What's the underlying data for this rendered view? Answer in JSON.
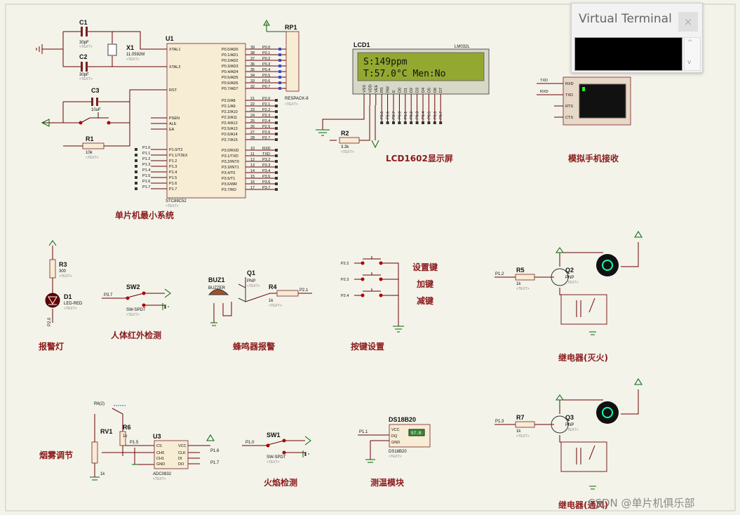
{
  "terminal": {
    "title": "Virtual Terminal",
    "close": "×",
    "scroll_up": "^",
    "scroll_down": "v"
  },
  "watermark": "CSDN @单片机俱乐部",
  "sections": {
    "mcu": "单片机最小系统",
    "lcd": "LCD1602显示屏",
    "phone": "模拟手机接收",
    "alarm_led": "报警灯",
    "pir": "人体红外检测",
    "buzzer": "蜂鸣器报警",
    "keys": "按键设置",
    "relay1": "继电器(灭火)",
    "smoke": "烟雾调节",
    "flame": "火焰检测",
    "temp": "测温模块",
    "relay2": "继电器(通风)"
  },
  "keys": {
    "set": "设置键",
    "add": "加键",
    "sub": "减键"
  },
  "lcd": {
    "ref": "LCD1",
    "model": "LM032L",
    "line1": "S:149ppm",
    "line2": "T:57.0°C Men:No",
    "pins": [
      "VSS",
      "VDD",
      "VEE",
      "RS",
      "RW",
      "E",
      "D0",
      "D1",
      "D2",
      "D3",
      "D4",
      "D5",
      "D6",
      "D7"
    ]
  },
  "mcu": {
    "ref": "U1",
    "model": "STC89C52",
    "left_pins": [
      "XTAL1",
      "XTAL2",
      "RST",
      "PSEN",
      "ALE",
      "EA",
      "P1.0/T2",
      "P1.1/T2EX",
      "P1.2",
      "P1.3",
      "P1.4",
      "P1.5",
      "P1.6",
      "P1.7"
    ],
    "right_pins": [
      "P0.0/AD0",
      "P0.1/AD1",
      "P0.2/AD2",
      "P0.3/AD3",
      "P0.4/AD4",
      "P0.5/AD5",
      "P0.6/AD6",
      "P0.7/AD7",
      "P2.0/A8",
      "P2.1/A9",
      "P2.2/A10",
      "P2.3/A11",
      "P2.4/A12",
      "P2.5/A13",
      "P2.6/A14",
      "P2.7/A15",
      "P3.0/RXD",
      "P3.1/TXD",
      "P3.2/INT0",
      "P3.3/INT1",
      "P3.4/T0",
      "P3.5/T1",
      "P3.6/WR",
      "P3.7/RD"
    ],
    "right_nums": [
      "39",
      "38",
      "37",
      "36",
      "35",
      "34",
      "33",
      "32",
      "21",
      "22",
      "23",
      "24",
      "25",
      "26",
      "27",
      "28",
      "10",
      "11",
      "12",
      "13",
      "14",
      "15",
      "16",
      "17"
    ],
    "right_nets": [
      "P0.0",
      "P0.1",
      "P0.2",
      "P0.3",
      "P0.4",
      "P0.5",
      "P0.6",
      "P0.7",
      "P2.0",
      "P2.1",
      "P2.2",
      "P2.3",
      "P2.4",
      "P2.5",
      "P2.6",
      "P2.7",
      "RXD",
      "TXD",
      "P3.2",
      "P3.3",
      "P3.4",
      "P3.5",
      "P3.6",
      "P3.7"
    ]
  },
  "rp1": {
    "ref": "RP1",
    "model": "RESPACK-8"
  },
  "crystal": {
    "c1": "C1",
    "c2": "C2",
    "cval": "30pF",
    "x1": "X1",
    "xval": "11.0592M",
    "c3": "C3",
    "c3val": "10uF",
    "r1": "R1",
    "r1val": "10k"
  },
  "r2": {
    "ref": "R2",
    "val": "3.3k"
  },
  "uart": {
    "pins": [
      "RXD",
      "TXD",
      "RTS",
      "CTS"
    ],
    "left": [
      "TXD",
      "RXD"
    ]
  },
  "led": {
    "r3": "R3",
    "r3val": "300",
    "d1": "D1",
    "d1val": "LED-RED",
    "net": "P2.0"
  },
  "pir": {
    "ref": "SW2",
    "model": "SW-SPDT",
    "net": "P3.7"
  },
  "buzz": {
    "ref": "BUZ1",
    "model": "BUZZER",
    "q": "Q1",
    "qmodel": "PNP",
    "r": "R4",
    "rval": "1k",
    "net": "P2.1"
  },
  "keynets": [
    "P2.2",
    "P2.3",
    "P2.4"
  ],
  "relay1": {
    "r": "R5",
    "rval": "1k",
    "q": "Q2",
    "qmodel": "PNP",
    "net": "P1.2"
  },
  "relay2": {
    "r": "R7",
    "rval": "1k",
    "q": "Q3",
    "qmodel": "PNP",
    "net": "P1.3"
  },
  "adc": {
    "ref": "U3",
    "model": "ADC0832",
    "pins_l": [
      "CS",
      "CH0",
      "CH1",
      "GND"
    ],
    "pins_r": [
      "VCC",
      "CLK",
      "DI",
      "DO"
    ],
    "nets": [
      "P1.5",
      "P1.6",
      "P1.7"
    ],
    "rv": "RV1",
    "r6": "R6",
    "r6val": "1k",
    "rvval": "1k",
    "probe": "R6(2)"
  },
  "flame": {
    "ref": "SW1",
    "model": "SW-SPDT",
    "net": "P1.0"
  },
  "ds": {
    "ref": "DS18B20",
    "model": "DS18B20",
    "pins": [
      "VCC",
      "DQ",
      "GND"
    ],
    "reading": "57.0",
    "net": "P1.1"
  },
  "text_tag": "<TEXT>"
}
